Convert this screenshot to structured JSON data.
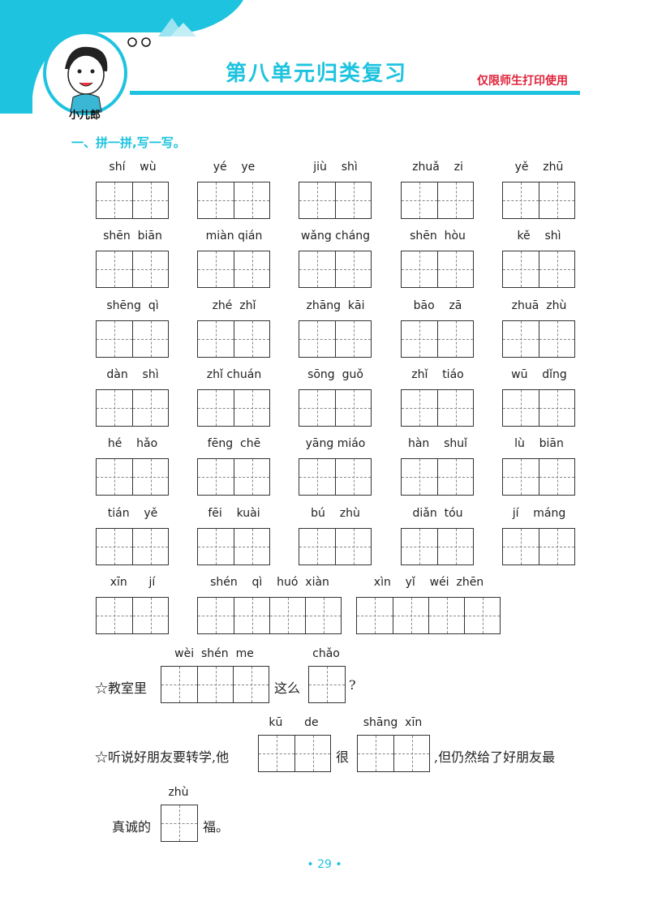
{
  "header": {
    "title": "第八单元归类复习",
    "note": "仅限师生打印使用",
    "mascot_label": "小儿郎",
    "accent_color": "#1ec3df"
  },
  "section": {
    "title": "一、拼一拼,写一写。"
  },
  "words": [
    {
      "pinyin": "shí    wù",
      "boxes": 2
    },
    {
      "pinyin": "yé    ye",
      "boxes": 2
    },
    {
      "pinyin": "jiù    shì",
      "boxes": 2
    },
    {
      "pinyin": "zhuǎ    zi",
      "boxes": 2
    },
    {
      "pinyin": "yě    zhū",
      "boxes": 2
    },
    {
      "pinyin": "shēn  biān",
      "boxes": 2
    },
    {
      "pinyin": "miàn qián",
      "boxes": 2
    },
    {
      "pinyin": "wǎng cháng",
      "boxes": 2
    },
    {
      "pinyin": "shēn  hòu",
      "boxes": 2
    },
    {
      "pinyin": "kě    shì",
      "boxes": 2
    },
    {
      "pinyin": "shēng  qì",
      "boxes": 2
    },
    {
      "pinyin": "zhé  zhǐ",
      "boxes": 2
    },
    {
      "pinyin": "zhāng  kāi",
      "boxes": 2
    },
    {
      "pinyin": "bāo    zā",
      "boxes": 2
    },
    {
      "pinyin": "zhuā  zhù",
      "boxes": 2
    },
    {
      "pinyin": "dàn    shì",
      "boxes": 2
    },
    {
      "pinyin": "zhǐ chuán",
      "boxes": 2
    },
    {
      "pinyin": "sōng  guǒ",
      "boxes": 2
    },
    {
      "pinyin": "zhǐ    tiáo",
      "boxes": 2
    },
    {
      "pinyin": "wū    dǐng",
      "boxes": 2
    },
    {
      "pinyin": "hé    hǎo",
      "boxes": 2
    },
    {
      "pinyin": "fēng  chē",
      "boxes": 2
    },
    {
      "pinyin": "yāng miáo",
      "boxes": 2
    },
    {
      "pinyin": "hàn    shuǐ",
      "boxes": 2
    },
    {
      "pinyin": "lù    biān",
      "boxes": 2
    },
    {
      "pinyin": "tián    yě",
      "boxes": 2
    },
    {
      "pinyin": "fēi    kuài",
      "boxes": 2
    },
    {
      "pinyin": "bú    zhù",
      "boxes": 2
    },
    {
      "pinyin": "diǎn  tóu",
      "boxes": 2
    },
    {
      "pinyin": "jí    máng",
      "boxes": 2
    },
    {
      "pinyin": "xīn      jí",
      "boxes": 2
    },
    {
      "pinyin": "shén    qì    huó  xiàn",
      "boxes": 4
    },
    {
      "pinyin": "xìn    yǐ    wéi  zhēn",
      "boxes": 4
    }
  ],
  "sentences": {
    "s1": {
      "prefix": "☆教室里",
      "pinyin1": "wèi  shén  me",
      "mid": "这么",
      "pinyin2": "chǎo",
      "suffix": "?"
    },
    "s2": {
      "prefix": "☆听说好朋友要转学,他",
      "pinyin1": "kū      de",
      "mid": "很",
      "pinyin2": "shāng  xīn",
      "suffix": ",但仍然给了好朋友最"
    },
    "s3": {
      "prefix": "真诚的",
      "pinyin1": "zhù",
      "suffix": "福。"
    }
  },
  "page_number": "• 29 •"
}
